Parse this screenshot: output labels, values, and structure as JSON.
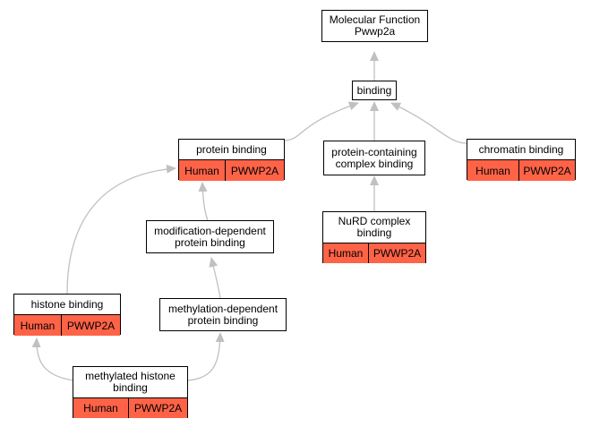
{
  "diagram": {
    "nodes": [
      {
        "id": "mf",
        "label": "Molecular Function\nPwwp2a"
      },
      {
        "id": "bind",
        "label": "binding"
      },
      {
        "id": "pb",
        "label": "protein binding",
        "annotations": [
          "Human",
          "PWWP2A"
        ]
      },
      {
        "id": "pcb",
        "label": "protein-containing\ncomplex binding"
      },
      {
        "id": "cb",
        "label": "chromatin binding",
        "annotations": [
          "Human",
          "PWWP2A"
        ]
      },
      {
        "id": "mdpb",
        "label": "modification-dependent\nprotein binding"
      },
      {
        "id": "nurd",
        "label": "NuRD complex\nbinding",
        "annotations": [
          "Human",
          "PWWP2A"
        ]
      },
      {
        "id": "hb",
        "label": "histone binding",
        "annotations": [
          "Human",
          "PWWP2A"
        ]
      },
      {
        "id": "medpb",
        "label": "methylation-dependent\nprotein binding"
      },
      {
        "id": "mhb",
        "label": "methylated histone\nbinding",
        "annotations": [
          "Human",
          "PWWP2A"
        ]
      }
    ],
    "edges": [
      {
        "from": "bind",
        "to": "mf"
      },
      {
        "from": "pb",
        "to": "bind"
      },
      {
        "from": "pcb",
        "to": "bind"
      },
      {
        "from": "cb",
        "to": "bind"
      },
      {
        "from": "nurd",
        "to": "pcb"
      },
      {
        "from": "mdpb",
        "to": "pb"
      },
      {
        "from": "hb",
        "to": "pb"
      },
      {
        "from": "medpb",
        "to": "mdpb"
      },
      {
        "from": "mhb",
        "to": "hb"
      },
      {
        "from": "mhb",
        "to": "medpb"
      }
    ]
  }
}
